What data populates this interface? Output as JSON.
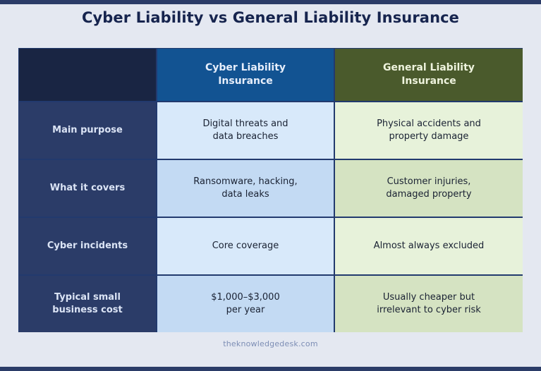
{
  "title": "Cyber Liability vs General Liability Insurance",
  "table": {
    "headers": [
      "",
      "Cyber Liability\nInsurance",
      "General Liability\nInsurance"
    ],
    "rows": [
      {
        "label": "Main purpose",
        "cyber": "Digital threats and\ndata breaches",
        "general": "Physical accidents and\nproperty damage"
      },
      {
        "label": "What it covers",
        "cyber": "Ransomware, hacking,\ndata leaks",
        "general": "Customer injuries,\ndamaged property"
      },
      {
        "label": "Cyber incidents",
        "cyber": "Core coverage",
        "general": "Almost always excluded"
      },
      {
        "label": "Typical small\nbusiness cost",
        "cyber": "$1,000–$3,000\nper year",
        "general": "Usually cheaper but\nirrelevant to cyber risk"
      }
    ]
  },
  "colors": {
    "cyber_header": "#125392",
    "general_header": "#4a5a2c",
    "row_label_bg": "#2b3c68",
    "title": "#16244e"
  },
  "footer": "theknowledgedesk.com"
}
